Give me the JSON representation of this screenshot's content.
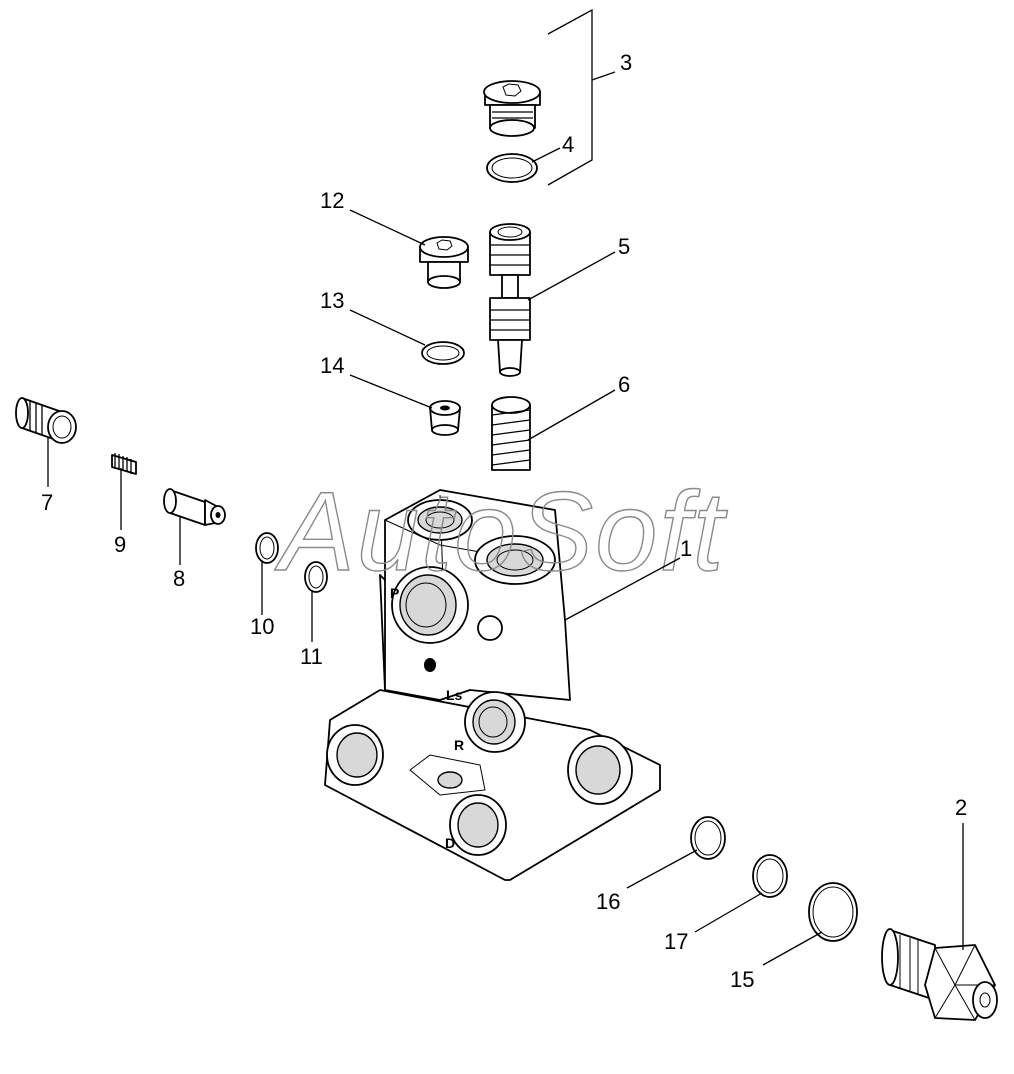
{
  "watermark": "AutoSoft",
  "cast_marks": {
    "p": "P",
    "ls": "Ls",
    "r": "R",
    "d": "D"
  },
  "callouts": {
    "c1": "1",
    "c2": "2",
    "c3": "3",
    "c4": "4",
    "c5": "5",
    "c6": "6",
    "c7": "7",
    "c8": "8",
    "c9": "9",
    "c10": "10",
    "c11": "11",
    "c12": "12",
    "c13": "13",
    "c14": "14",
    "c15": "15",
    "c16": "16",
    "c17": "17"
  }
}
